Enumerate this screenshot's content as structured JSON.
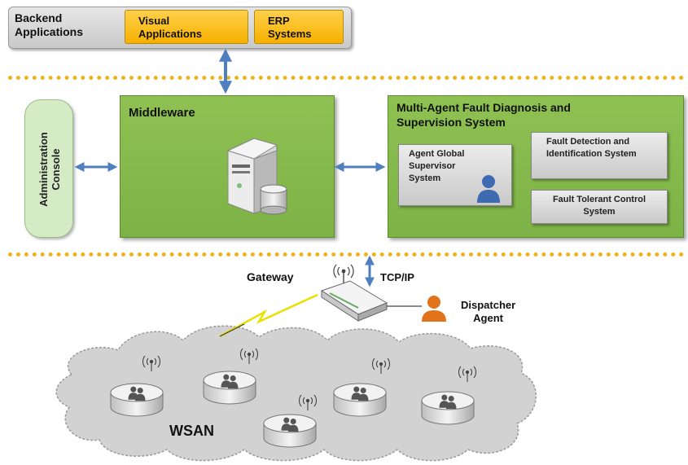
{
  "backend": {
    "label_line1": "Backend",
    "label_line2": "Applications",
    "visual_line1": "Visual",
    "visual_line2": "Applications",
    "erp_line1": "ERP",
    "erp_line2": "Systems"
  },
  "console": {
    "label_line1": "Administration",
    "label_line2": "Console"
  },
  "middleware": {
    "title": "Middleware"
  },
  "mas": {
    "title_line1": "Multi-Agent Fault Diagnosis and",
    "title_line2": "Supervision System",
    "agent_global_line1": "Agent Global",
    "agent_global_line2": "Supervisor",
    "agent_global_line3": "System",
    "fdi_line1": "Fault Detection and",
    "fdi_line2": "Identification System",
    "ftc_line1": "Fault Tolerant Control",
    "ftc_line2": "System"
  },
  "network": {
    "gateway": "Gateway",
    "protocol": "TCP/IP",
    "dispatcher_line1": "Dispatcher",
    "dispatcher_line2": "Agent",
    "cloud_label": "WSAN"
  },
  "colors": {
    "orange": "#f6b000",
    "green": "#7db246",
    "light_green": "#d4ebc5",
    "arrow_blue": "#4f7fbf",
    "dotted_line": "#f0b21c"
  },
  "icons": [
    "server-icon",
    "database-icon",
    "user-icon",
    "router-icon",
    "antenna-icon",
    "wireless-link-icon",
    "sensor-node-icon",
    "group-icon",
    "cloud-shape"
  ]
}
